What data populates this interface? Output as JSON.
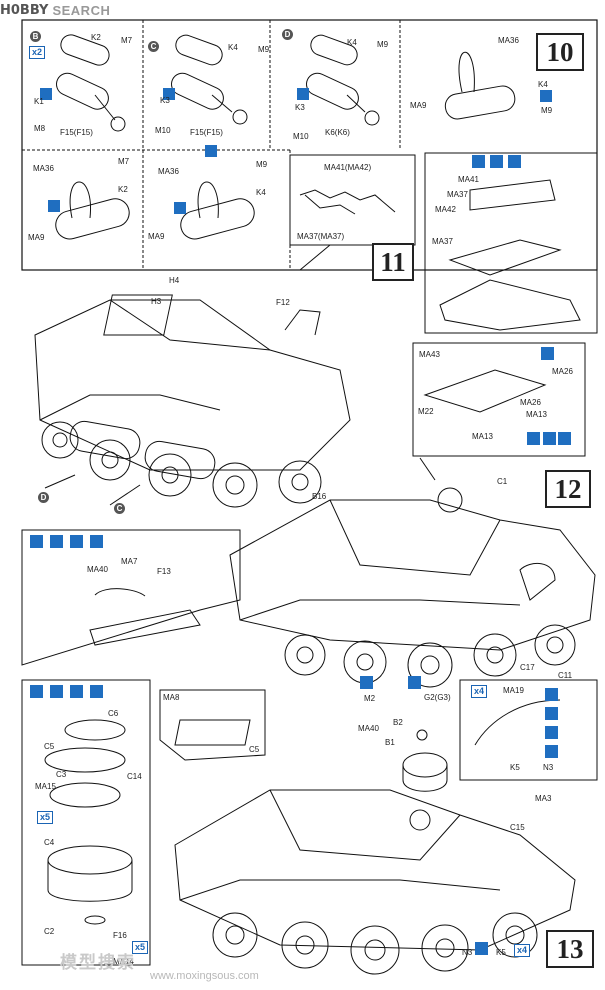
{
  "logo": {
    "mark": "H0BBY",
    "sub": "SEARCH"
  },
  "steps": [
    "10",
    "11",
    "12",
    "13"
  ],
  "panels": {
    "b": {
      "letter": "B",
      "qty": "x2",
      "labels": [
        "K2",
        "M7",
        "K1",
        "M8",
        "F15(F15)"
      ]
    },
    "c": {
      "letter": "C",
      "labels": [
        "K4",
        "M9",
        "K3",
        "M10",
        "F15(F15)"
      ]
    },
    "d": {
      "letter": "D",
      "labels": [
        "K4",
        "M9",
        "K3",
        "M10",
        "K6(K6)"
      ]
    },
    "e": {
      "labels": [
        "MA36",
        "M7",
        "K2",
        "MA9"
      ]
    },
    "f": {
      "labels": [
        "MA36",
        "M9",
        "K4",
        "MA9"
      ]
    },
    "s10": {
      "labels": [
        "MA36",
        "K4",
        "M9",
        "MA9"
      ]
    }
  },
  "s11": {
    "inset_labels": [
      "MA41(MA42)",
      "MA37(MA37)"
    ],
    "detail_labels": [
      "MA41",
      "MA37",
      "MA42",
      "MA37"
    ],
    "tank_labels": [
      "H4",
      "H3",
      "F12"
    ],
    "markers": [
      "D",
      "C"
    ]
  },
  "s12": {
    "detail_labels": [
      "MA43",
      "MA26",
      "MA26",
      "M22",
      "MA13",
      "MA13"
    ],
    "tank_labels": [
      "C1",
      "B16",
      "C17",
      "C11",
      "M2",
      "MA40",
      "G2(G3)"
    ],
    "inset_labels": [
      "MA7",
      "MA40",
      "F13"
    ]
  },
  "s13": {
    "left_labels": [
      "C6",
      "C5",
      "C14",
      "MA15",
      "C3",
      "C4",
      "C2",
      "F16",
      "MA14"
    ],
    "left_qty": [
      "x5",
      "x5"
    ],
    "mid_labels": [
      "MA8",
      "C5"
    ],
    "turret_labels": [
      "B2",
      "B1"
    ],
    "right_labels": [
      "MA19",
      "K5",
      "N3"
    ],
    "right_qty": "x4",
    "tank_labels": [
      "MA3",
      "C15",
      "N3",
      "K5"
    ],
    "bottom_qty": "x4"
  },
  "watermark": {
    "cn": "模型搜索",
    "url": "www.moxingsous.com"
  }
}
